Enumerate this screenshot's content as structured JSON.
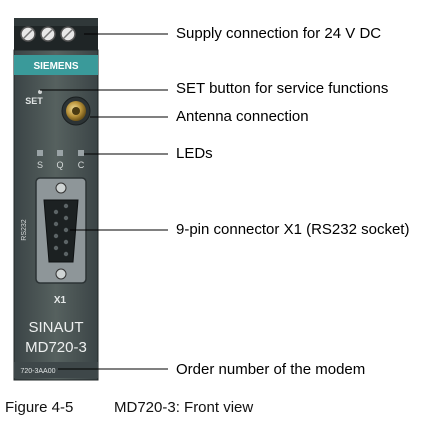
{
  "device": {
    "brand": "SIEMENS",
    "set_label": "SET",
    "led_labels": [
      "S",
      "Q",
      "C"
    ],
    "port_side_label": "RS232",
    "connector_label": "X1",
    "product_line1": "SINAUT",
    "product_line2": "MD720-3",
    "order_number": "720-3AA00"
  },
  "callouts": [
    {
      "id": "supply",
      "text": "Supply connection for 24 V DC"
    },
    {
      "id": "set-button",
      "text": "SET button for service functions"
    },
    {
      "id": "antenna",
      "text": "Antenna connection"
    },
    {
      "id": "leds",
      "text": "LEDs"
    },
    {
      "id": "connector",
      "text": "9-pin connector X1 (RS232 socket)"
    },
    {
      "id": "order-number",
      "text": "Order number of the modem"
    }
  ],
  "caption": {
    "number": "Figure 4-5",
    "title": "MD720-3: Front view"
  },
  "colors": {
    "housing": "#4f5a5c",
    "housing_dark": "#2c3335",
    "brand_bar": "#3a9a9a",
    "led_gray": "#9aa3a6"
  }
}
